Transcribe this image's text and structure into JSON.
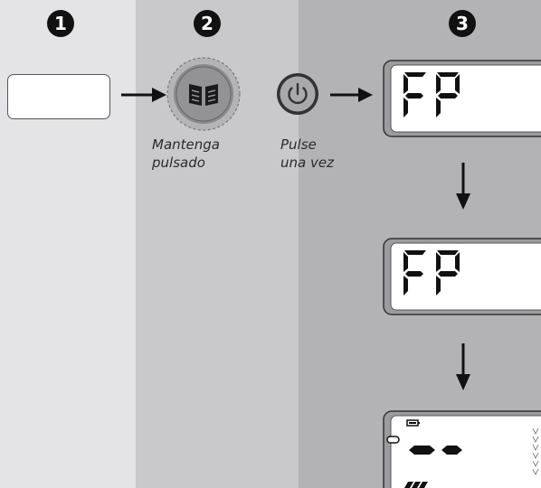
{
  "steps": {
    "one": "1",
    "two": "2",
    "three": "3"
  },
  "captions": {
    "hold": [
      "Mantenga",
      "pulsado"
    ],
    "press": [
      "Pulse",
      "una vez"
    ]
  },
  "display": {
    "screen_a": "FP",
    "screen_b": "FP"
  },
  "icons": {
    "book": "book-icon",
    "power": "power-icon"
  },
  "colors": {
    "panel_1": "#e4e4e6",
    "panel_2": "#c9c9cb",
    "panel_3": "#b3b3b5",
    "step_badge": "#111111",
    "segment": "#111111"
  }
}
